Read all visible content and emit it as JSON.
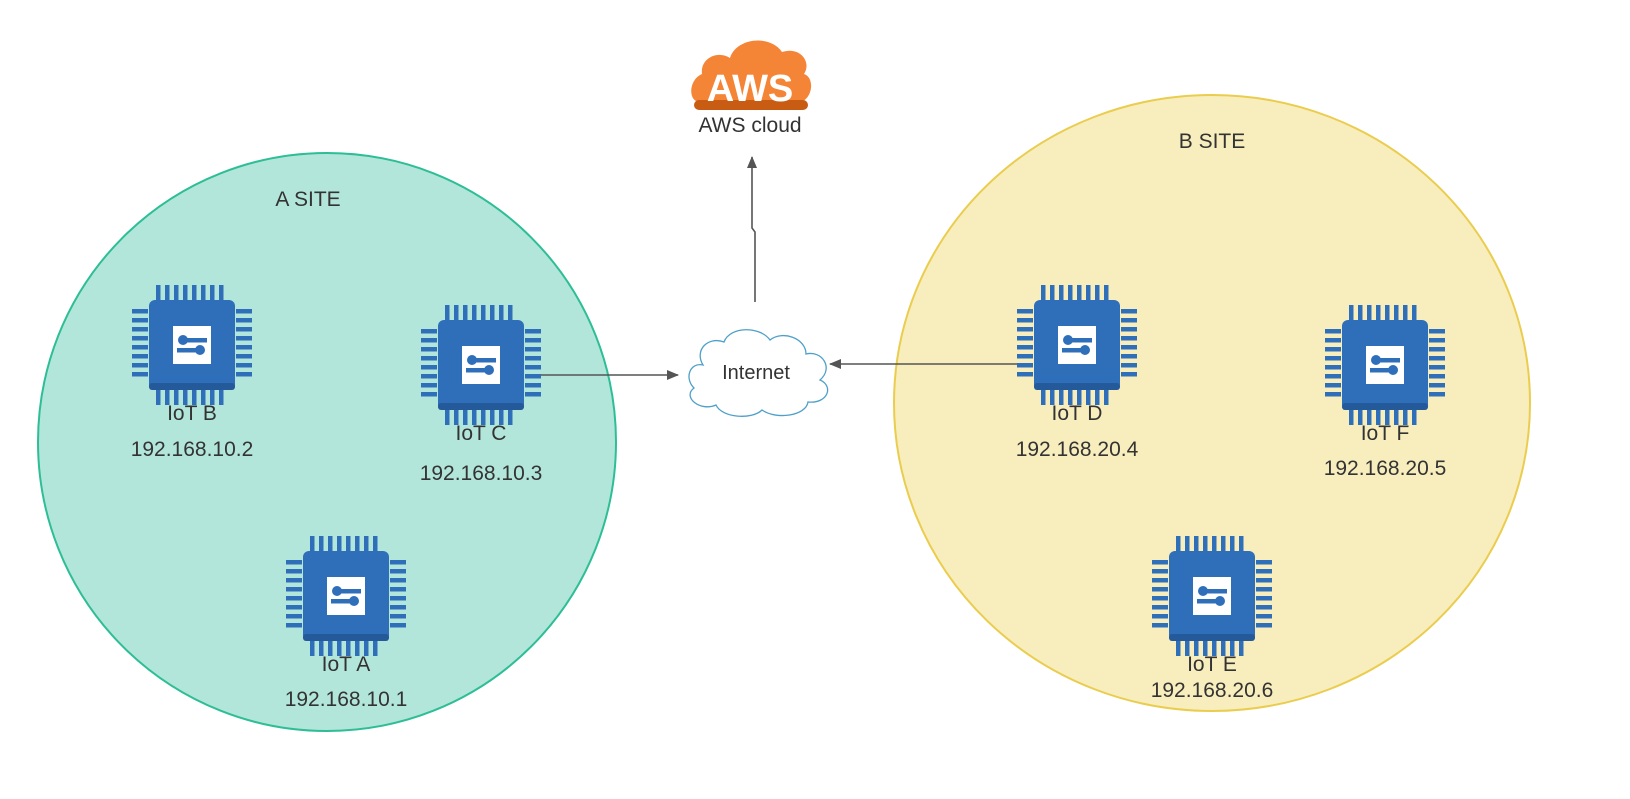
{
  "aws": {
    "logo_text": "AWS",
    "label": "AWS cloud",
    "color": "#F58536"
  },
  "internet": {
    "label": "Internet"
  },
  "sites": [
    {
      "title": "A SITE",
      "fill": "#B3E6DA",
      "stroke": "#2DBE96",
      "devices": [
        {
          "name": "IoT B",
          "ip": "192.168.10.2"
        },
        {
          "name": "IoT C",
          "ip": "192.168.10.3"
        },
        {
          "name": "IoT A",
          "ip": "192.168.10.1"
        }
      ]
    },
    {
      "title": "B SITE",
      "fill": "#F8EDBD",
      "stroke": "#EACD4E",
      "devices": [
        {
          "name": "IoT D",
          "ip": "192.168.20.4"
        },
        {
          "name": "IoT F",
          "ip": "192.168.20.5"
        },
        {
          "name": "IoT E",
          "ip": "192.168.20.6"
        }
      ]
    }
  ],
  "chip_color": "#2F6FBA"
}
